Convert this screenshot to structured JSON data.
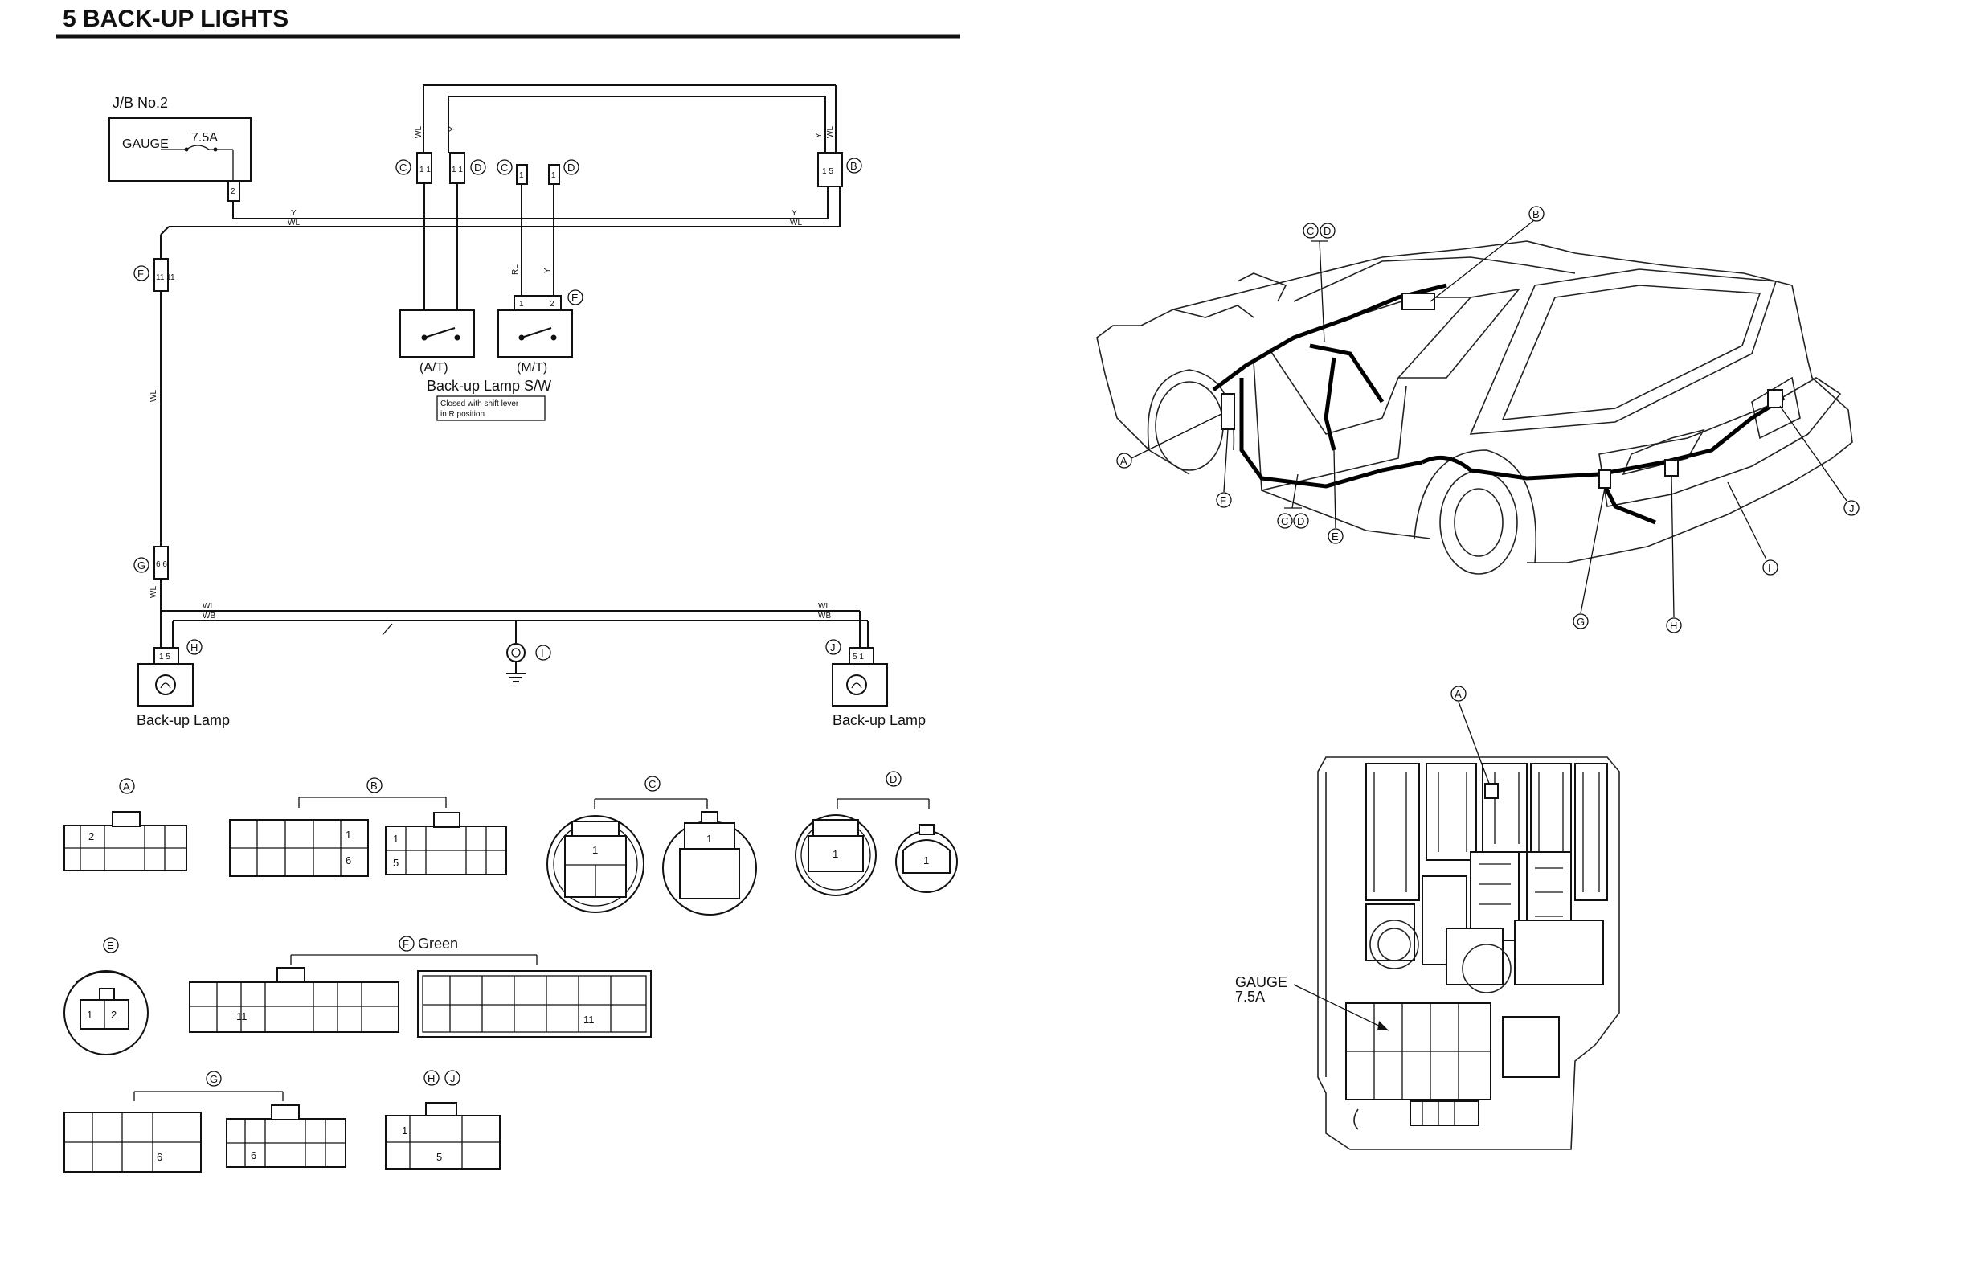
{
  "page": {
    "title": "5  BACK-UP  LIGHTS"
  },
  "wiring": {
    "jb_label": "J/B No.2",
    "fuse_name": "GAUGE",
    "fuse_rating": "7.5A",
    "wire_colors": {
      "wl": "WL",
      "y": "Y",
      "rl": "RL",
      "wb": "WB"
    },
    "pins": {
      "a_pin": "2",
      "c_pins": "1 1",
      "d_pins": "1 1",
      "b_pins": "1 5",
      "c_small": "1",
      "d_small": "1",
      "e_pin1": "1",
      "e_pin2": "2",
      "f_pins": "11 11",
      "g_pins": "6 6",
      "h_pins": "1 5",
      "j_pins": "5 1"
    },
    "switch_at": "(A/T)",
    "switch_mt": "(M/T)",
    "switch_label": "Back-up Lamp S/W",
    "switch_note_1": "Closed with shift lever",
    "switch_note_2": "in R position",
    "lamp_left": "Back-up Lamp",
    "lamp_right": "Back-up Lamp"
  },
  "markers": {
    "A": "A",
    "B": "B",
    "C": "C",
    "D": "D",
    "E": "E",
    "F": "F",
    "G": "G",
    "H": "H",
    "I": "I",
    "J": "J"
  },
  "connectors": {
    "a_pin": "2",
    "b_pin1": "1",
    "b_pin6": "6",
    "b_pin1b": "1",
    "b_pin5": "5",
    "c_pin": "1",
    "d_pin": "1",
    "e_pin1": "1",
    "e_pin2": "2",
    "f_label": "Green",
    "f_pin": "11",
    "g_pin": "6",
    "hj_pin1": "1",
    "hj_pin5": "5"
  },
  "junction_block": {
    "fuse_label": "GAUGE",
    "fuse_rating": "7.5A"
  }
}
